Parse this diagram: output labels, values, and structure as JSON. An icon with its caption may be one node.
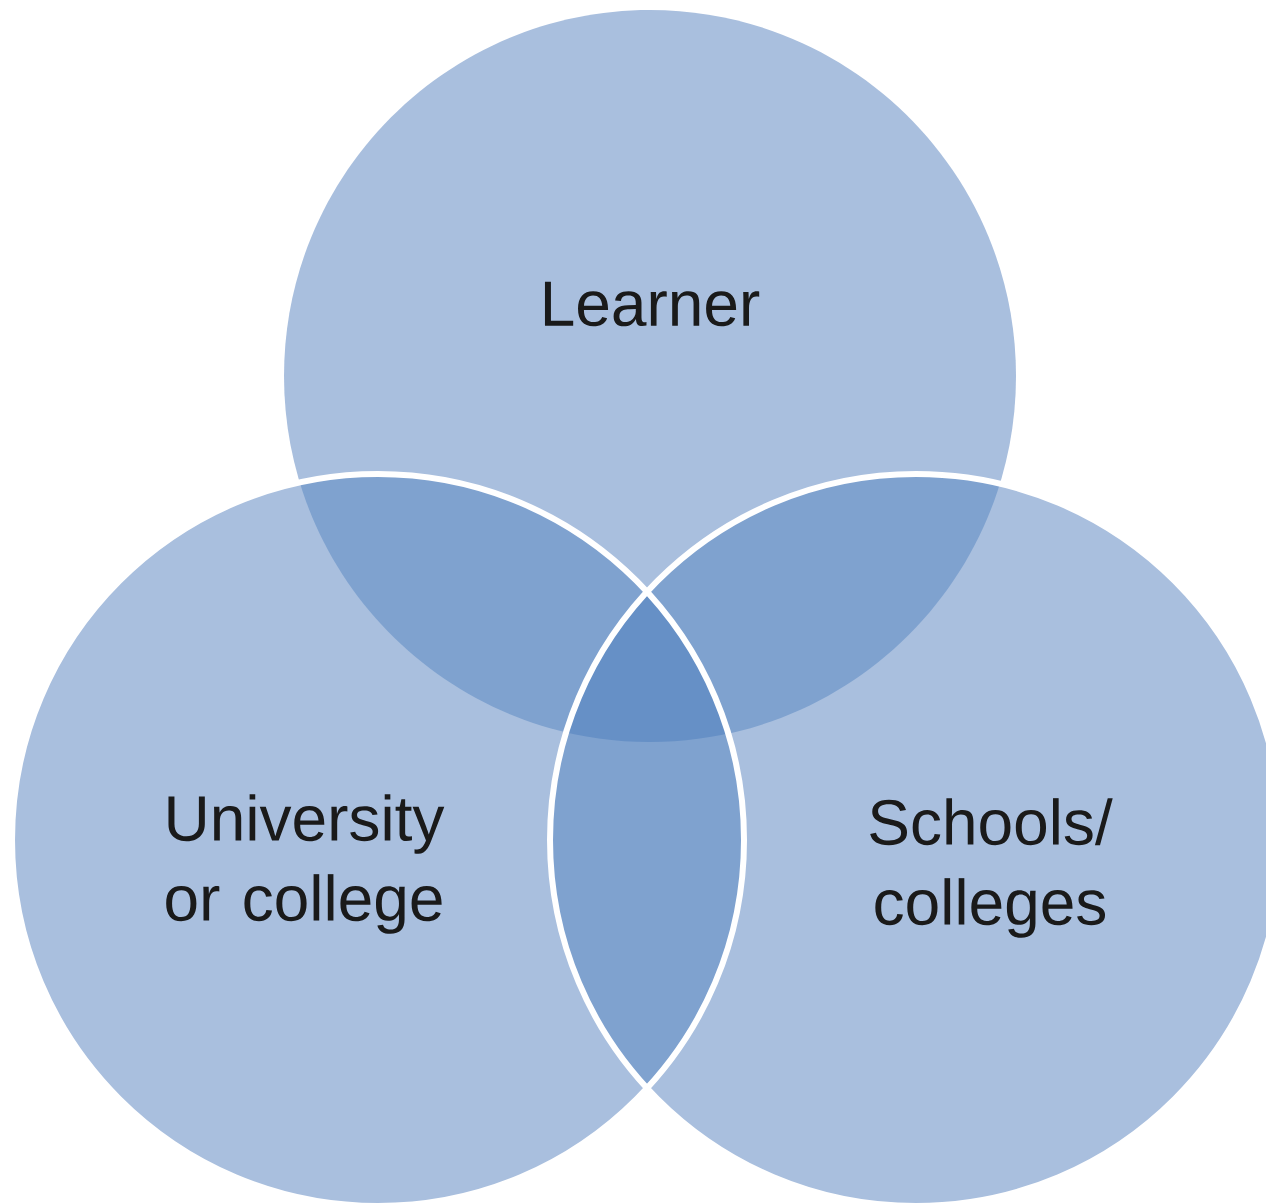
{
  "diagram": {
    "nodes": [
      {
        "text": [
          "Learner"
        ]
      },
      {
        "text": [
          "University or college"
        ]
      },
      {
        "text": [
          "Schools/ colleges"
        ]
      }
    ]
  }
}
